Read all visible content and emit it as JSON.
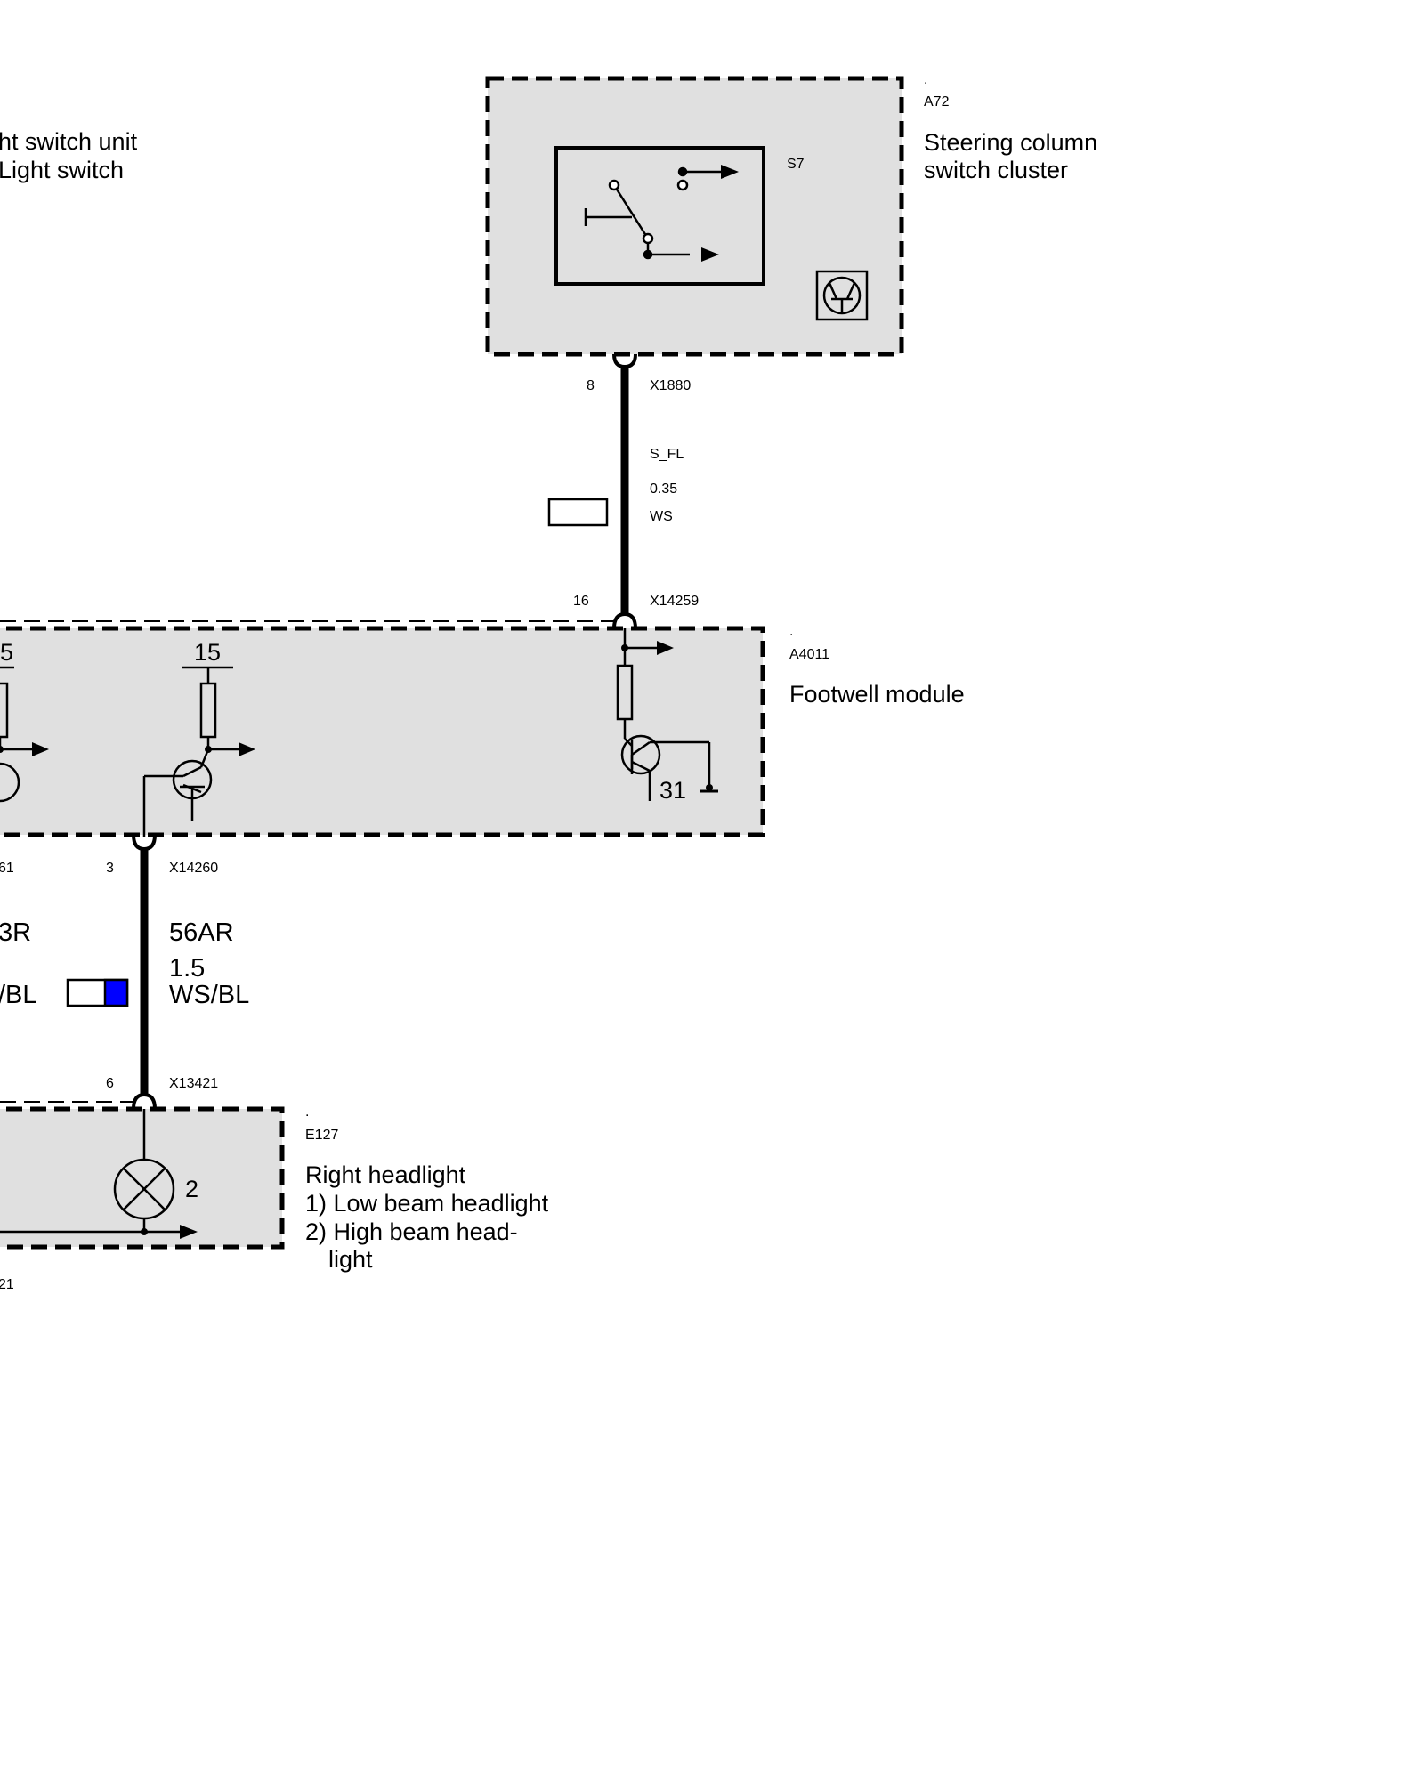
{
  "components": {
    "light_switch_unit": {
      "title_line1": "ht switch unit",
      "title_line2": "Light switch"
    },
    "steering_column": {
      "dot": ".",
      "ref": "A72",
      "title_line1": "Steering column",
      "title_line2": "switch cluster",
      "switch_ref": "S7"
    },
    "footwell_module": {
      "dot": ".",
      "ref": "A4011",
      "title": "Footwell module",
      "terminal_left": "5",
      "terminal_mid": "15",
      "ground_terminal": "31"
    },
    "right_headlight": {
      "dot": ".",
      "ref": "E127",
      "title": "Right headlight",
      "line1": "1) Low beam headlight",
      "line2": "2) High beam head-",
      "line3": "light",
      "lamp_number": "2"
    }
  },
  "wires": {
    "upper": {
      "pin_top": "8",
      "connector_top": "X1880",
      "signal": "S_FL",
      "gauge": "0.35",
      "color_code": "WS",
      "color_fill": "#ffffff",
      "pin_bottom": "16",
      "connector_bottom": "X14259"
    },
    "lower": {
      "pin_top": "3",
      "connector_top": "X14260",
      "signal": "56AR",
      "gauge": "1.5",
      "color_code": "WS/BL",
      "color_primary": "#ffffff",
      "color_stripe": "#0000ff",
      "pin_bottom": "6",
      "connector_bottom": "X13421"
    },
    "left_partial": {
      "pin_top_fragment": "61",
      "signal_fragment": "3R",
      "color_fragment": "/BL",
      "bottom_fragment": "21"
    }
  }
}
